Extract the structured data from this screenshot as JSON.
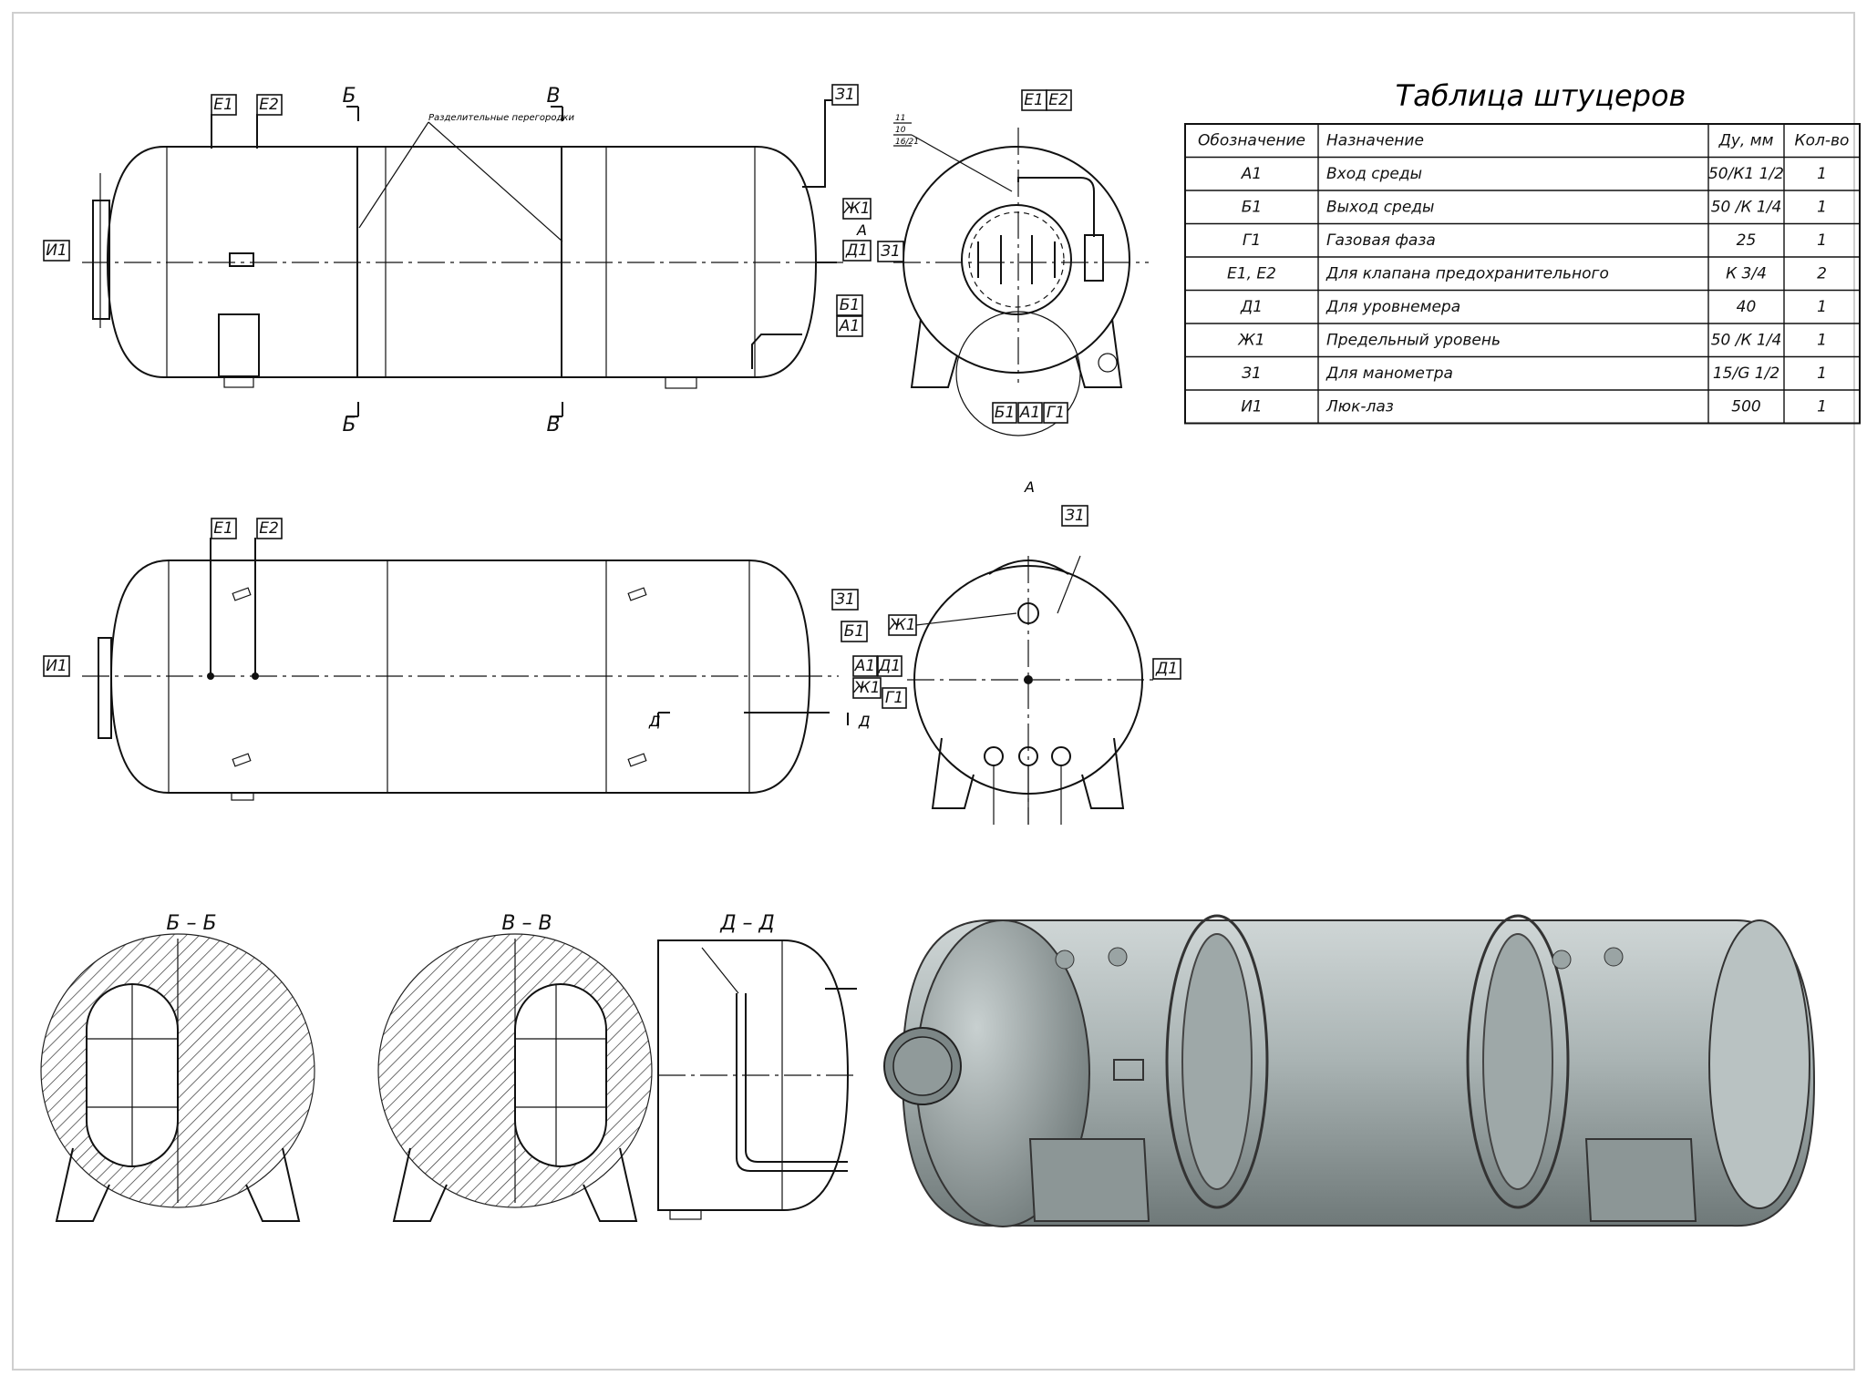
{
  "table": {
    "title": "Таблица штуцеров",
    "headers": [
      "Обозначение",
      "Назначение",
      "Ду, мм",
      "Кол-во"
    ],
    "rows": [
      [
        "А1",
        "Вход среды",
        "50/К1 1/2",
        "1"
      ],
      [
        "Б1",
        "Выход среды",
        "50 /К 1/4",
        "1"
      ],
      [
        "Г1",
        "Газовая фаза",
        "25",
        "1"
      ],
      [
        "Е1, Е2",
        "Для клапана предохранительного",
        "К 3/4",
        "2"
      ],
      [
        "Д1",
        "Для уровнемера",
        "40",
        "1"
      ],
      [
        "Ж1",
        "Предельный уровень",
        "50 /К 1/4",
        "1"
      ],
      [
        "З1",
        "Для манометра",
        "15/G 1/2",
        "1"
      ],
      [
        "И1",
        "Люк-лаз",
        "500",
        "1"
      ]
    ]
  },
  "labels": {
    "e1": "Е1",
    "e2": "Е2",
    "z1": "З1",
    "zh1": "Ж1",
    "d1": "Д1",
    "b1": "Б1",
    "a1": "А1",
    "g1": "Г1",
    "i1": "И1",
    "b": "Б",
    "v": "В",
    "a": "А",
    "d": "Д",
    "partitions": "Разделительные перегородки",
    "callout": [
      "11",
      "10",
      "16/21"
    ]
  },
  "sections": {
    "bb": "Б – Б",
    "vv": "В – В",
    "dd": "Д – Д"
  },
  "colors": {
    "line": "#111111",
    "render_body": "#a9b3b3",
    "render_shadow": "#6f7979",
    "frame": "#cfcfcf"
  }
}
